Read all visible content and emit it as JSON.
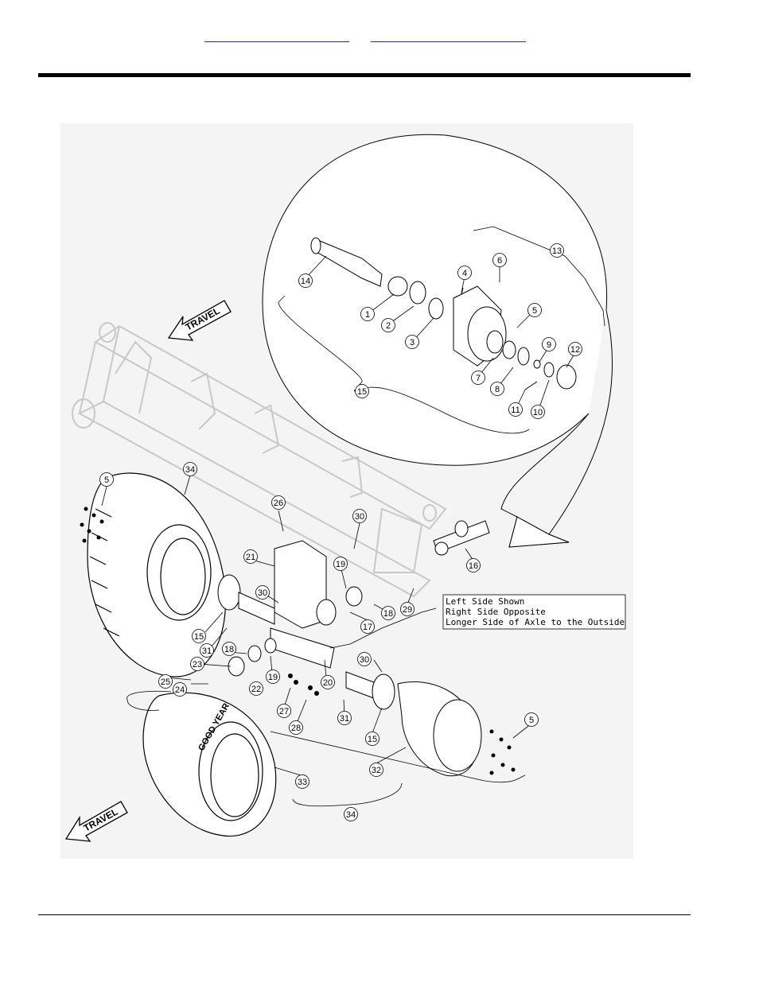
{
  "header": {
    "link_left": "",
    "link_right": ""
  },
  "note": {
    "line1": "Left Side Shown",
    "line2": "Right Side Opposite",
    "line3": "Longer Side of Axle to the Outside"
  },
  "travel_label": "TRAVEL",
  "tire_brand": "GOOD YEAR",
  "callouts": [
    {
      "n": "1"
    },
    {
      "n": "2"
    },
    {
      "n": "3"
    },
    {
      "n": "4"
    },
    {
      "n": "5"
    },
    {
      "n": "6"
    },
    {
      "n": "7"
    },
    {
      "n": "8"
    },
    {
      "n": "9"
    },
    {
      "n": "10"
    },
    {
      "n": "11"
    },
    {
      "n": "12"
    },
    {
      "n": "13"
    },
    {
      "n": "14"
    },
    {
      "n": "15"
    },
    {
      "n": "16"
    },
    {
      "n": "17"
    },
    {
      "n": "18"
    },
    {
      "n": "19"
    },
    {
      "n": "20"
    },
    {
      "n": "21"
    },
    {
      "n": "22"
    },
    {
      "n": "23"
    },
    {
      "n": "24"
    },
    {
      "n": "25"
    },
    {
      "n": "26"
    },
    {
      "n": "27"
    },
    {
      "n": "28"
    },
    {
      "n": "29"
    },
    {
      "n": "30"
    },
    {
      "n": "31"
    },
    {
      "n": "32"
    },
    {
      "n": "33"
    },
    {
      "n": "34"
    }
  ]
}
